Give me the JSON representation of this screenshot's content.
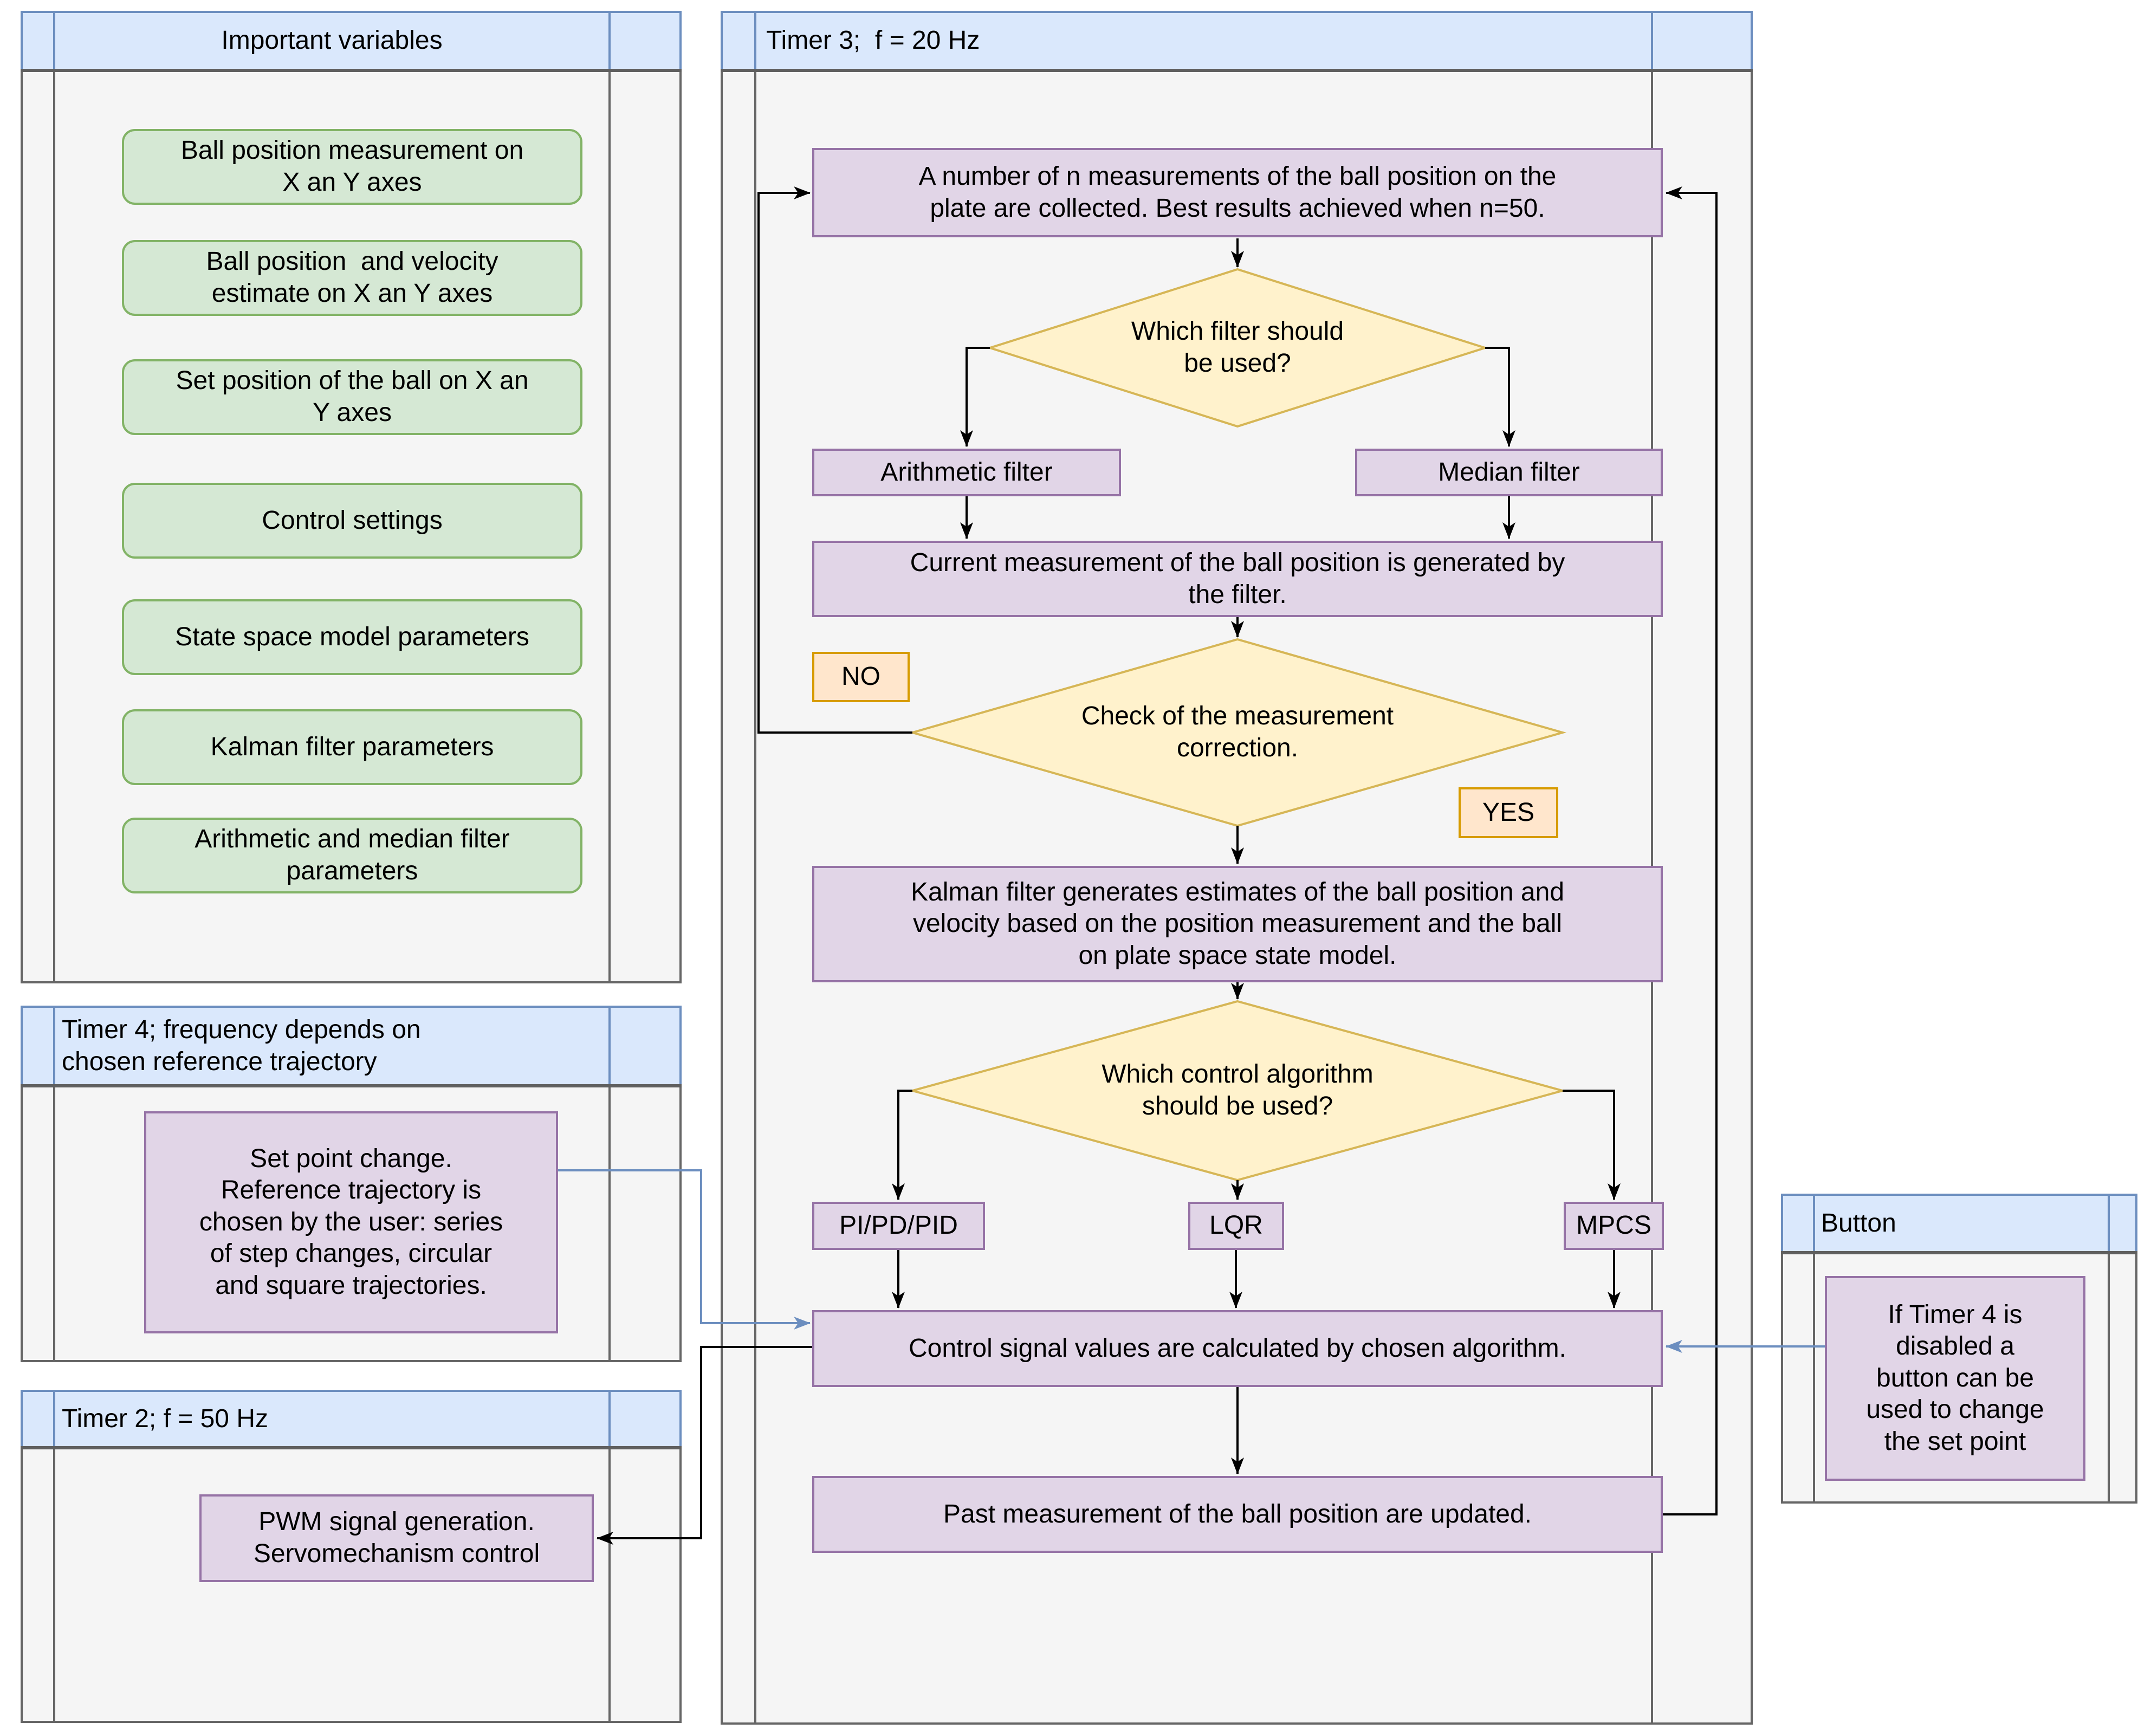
{
  "containers": {
    "important": {
      "title": "Important variables"
    },
    "timer3": {
      "title": "Timer 3;  f = 20 Hz"
    },
    "timer4": {
      "title": "Timer 4; frequency depends on\nchosen reference trajectory"
    },
    "timer2": {
      "title": "Timer 2; f = 50 Hz"
    },
    "button": {
      "title": "Button"
    }
  },
  "variables": [
    "Ball position measurement on\nX an Y axes",
    "Ball position  and velocity\nestimate on X an Y axes",
    "Set position of the ball on X an\nY axes",
    "Control settings",
    "State space model parameters",
    "Kalman filter parameters",
    "Arithmetic and median filter\nparameters"
  ],
  "flow": {
    "collect": "A number of n measurements of the ball position on the\nplate are collected. Best results achieved when n=50.",
    "filter_q": "Which filter should\nbe used?",
    "arithmetic": "Arithmetic filter",
    "median": "Median filter",
    "current": "Current measurement of the ball position is generated by\nthe filter.",
    "no": "NO",
    "check_q": "Check of the measurement\ncorrection.",
    "yes": "YES",
    "kalman": "Kalman filter generates estimates of the ball position and\nvelocity based on the position measurement and the ball\non plate space state model.",
    "algo_q": "Which control algorithm\nshould be used?",
    "pid": "PI/PD/PID",
    "lqr": "LQR",
    "mpcs": "MPCS",
    "control": "Control signal values are calculated by chosen algorithm.",
    "past": "Past measurement of the ball position are updated."
  },
  "notes": {
    "setpoint": "Set point change.\nReference trajectory is\nchosen by the user: series\nof step changes, circular\nand square trajectories.",
    "pwm": "PWM signal generation.\nServomechanism control",
    "button": "If Timer 4 is\ndisabled a\nbutton can be\nused to change\nthe set point"
  },
  "colors": {
    "header_fill": "#dae8fc",
    "header_stroke": "#6c8ebf",
    "body_fill": "#f5f5f5",
    "container_stroke": "#666666",
    "process_fill": "#e1d5e7",
    "process_stroke": "#9673a6",
    "variable_fill": "#d5e8d4",
    "variable_stroke": "#82b366",
    "decision_fill": "#fff2cc",
    "decision_stroke": "#d6b656",
    "label_fill": "#ffe6cc",
    "label_stroke": "#d79b00",
    "arrow_black": "#000000",
    "arrow_blue": "#6c8ebf"
  }
}
